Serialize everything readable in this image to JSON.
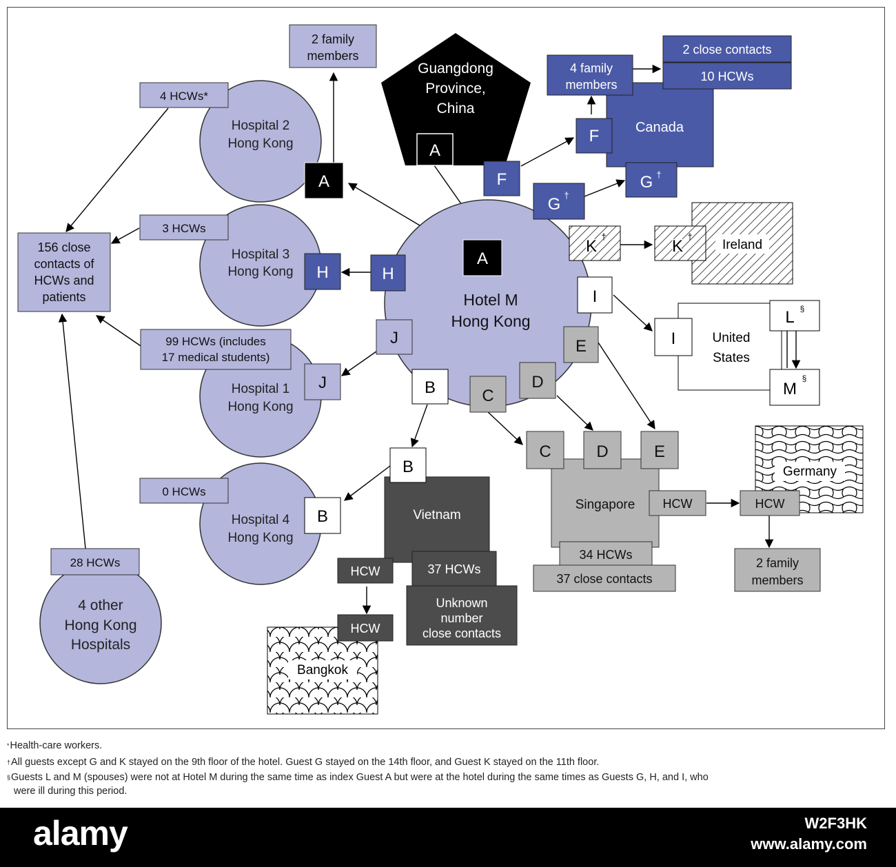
{
  "origin": {
    "line1": "Guangdong",
    "line2": "Province,",
    "line3": "China",
    "guest": "A"
  },
  "hotel": {
    "line1": "Hotel M",
    "line2": "Hong Kong"
  },
  "hospitals": {
    "h2": {
      "line1": "Hospital 2",
      "line2": "Hong Kong",
      "hcw": "4 HCWs*",
      "guest": "A",
      "family": [
        "2 family",
        "members"
      ]
    },
    "h3": {
      "line1": "Hospital 3",
      "line2": "Hong Kong",
      "hcw": "3 HCWs",
      "guest": "H"
    },
    "h1": {
      "line1": "Hospital 1",
      "line2": "Hong Kong",
      "hcw_line1": "99 HCWs (includes",
      "hcw_line2": "17 medical students)",
      "guest": "J"
    },
    "h4": {
      "line1": "Hospital 4",
      "line2": "Hong Kong",
      "hcw": "0 HCWs",
      "guest": "B"
    },
    "other": {
      "line1": "4 other",
      "line2": "Hong Kong",
      "line3": "Hospitals",
      "hcw": "28 HCWs"
    }
  },
  "close_contacts": {
    "line1": "156  close",
    "line2": "contacts of",
    "line3": "HCWs and",
    "line4": "patients"
  },
  "hotel_guests": {
    "A": "A",
    "H": "H",
    "J": "J",
    "B": "B",
    "C": "C",
    "D": "D",
    "E": "E",
    "F": "F",
    "G": "G",
    "K": "K",
    "I": "I"
  },
  "canada": {
    "name": "Canada",
    "guest_f": "F",
    "guest_g": "G",
    "family": [
      "4 family",
      "members"
    ],
    "close_contacts": "2 close contacts",
    "hcws": "10 HCWs"
  },
  "ireland": {
    "name": "Ireland",
    "guest_k": "K"
  },
  "usa": {
    "line1": "United",
    "line2": "States",
    "guest_i": "I",
    "guest_l": "L",
    "guest_m": "M"
  },
  "singapore": {
    "name": "Singapore",
    "guest_c": "C",
    "guest_d": "D",
    "guest_e": "E",
    "hcw": "HCW",
    "hcws": "34 HCWs",
    "close_contacts": "37 close contacts"
  },
  "germany": {
    "name": "Germany",
    "hcw": "HCW",
    "family": [
      "2 family",
      "members"
    ]
  },
  "vietnam": {
    "name": "Vietnam",
    "guest_b": "B",
    "hcws": "37 HCWs",
    "unknown": [
      "Unknown",
      "number",
      "close contacts"
    ],
    "hcw": "HCW"
  },
  "bangkok": {
    "name": "Bangkok",
    "hcw": "HCW"
  },
  "marks": {
    "dagger": "†",
    "section": "§"
  },
  "footnotes": {
    "star": "Health-care workers.",
    "dagger": "All guests except G and K stayed on the 9th floor of the hotel. Guest G stayed on the 14th floor, and Guest K stayed on the 11th floor.",
    "section_line1": "Guests L and M (spouses) were not at Hotel M during the same time as index Guest A but were at the hotel during the same times as Guests G, H, and I, who",
    "section_line2": "were ill during this period."
  },
  "banner": {
    "logo": "alamy",
    "image_id": "W2F3HK",
    "url": "www.alamy.com"
  },
  "colors": {
    "hospital_fill": "#b4b6dc",
    "canada_fill": "#4a5aa6",
    "singapore_fill": "#b5b5b5",
    "vietnam_fill": "#4c4c4c",
    "black": "#000000"
  }
}
